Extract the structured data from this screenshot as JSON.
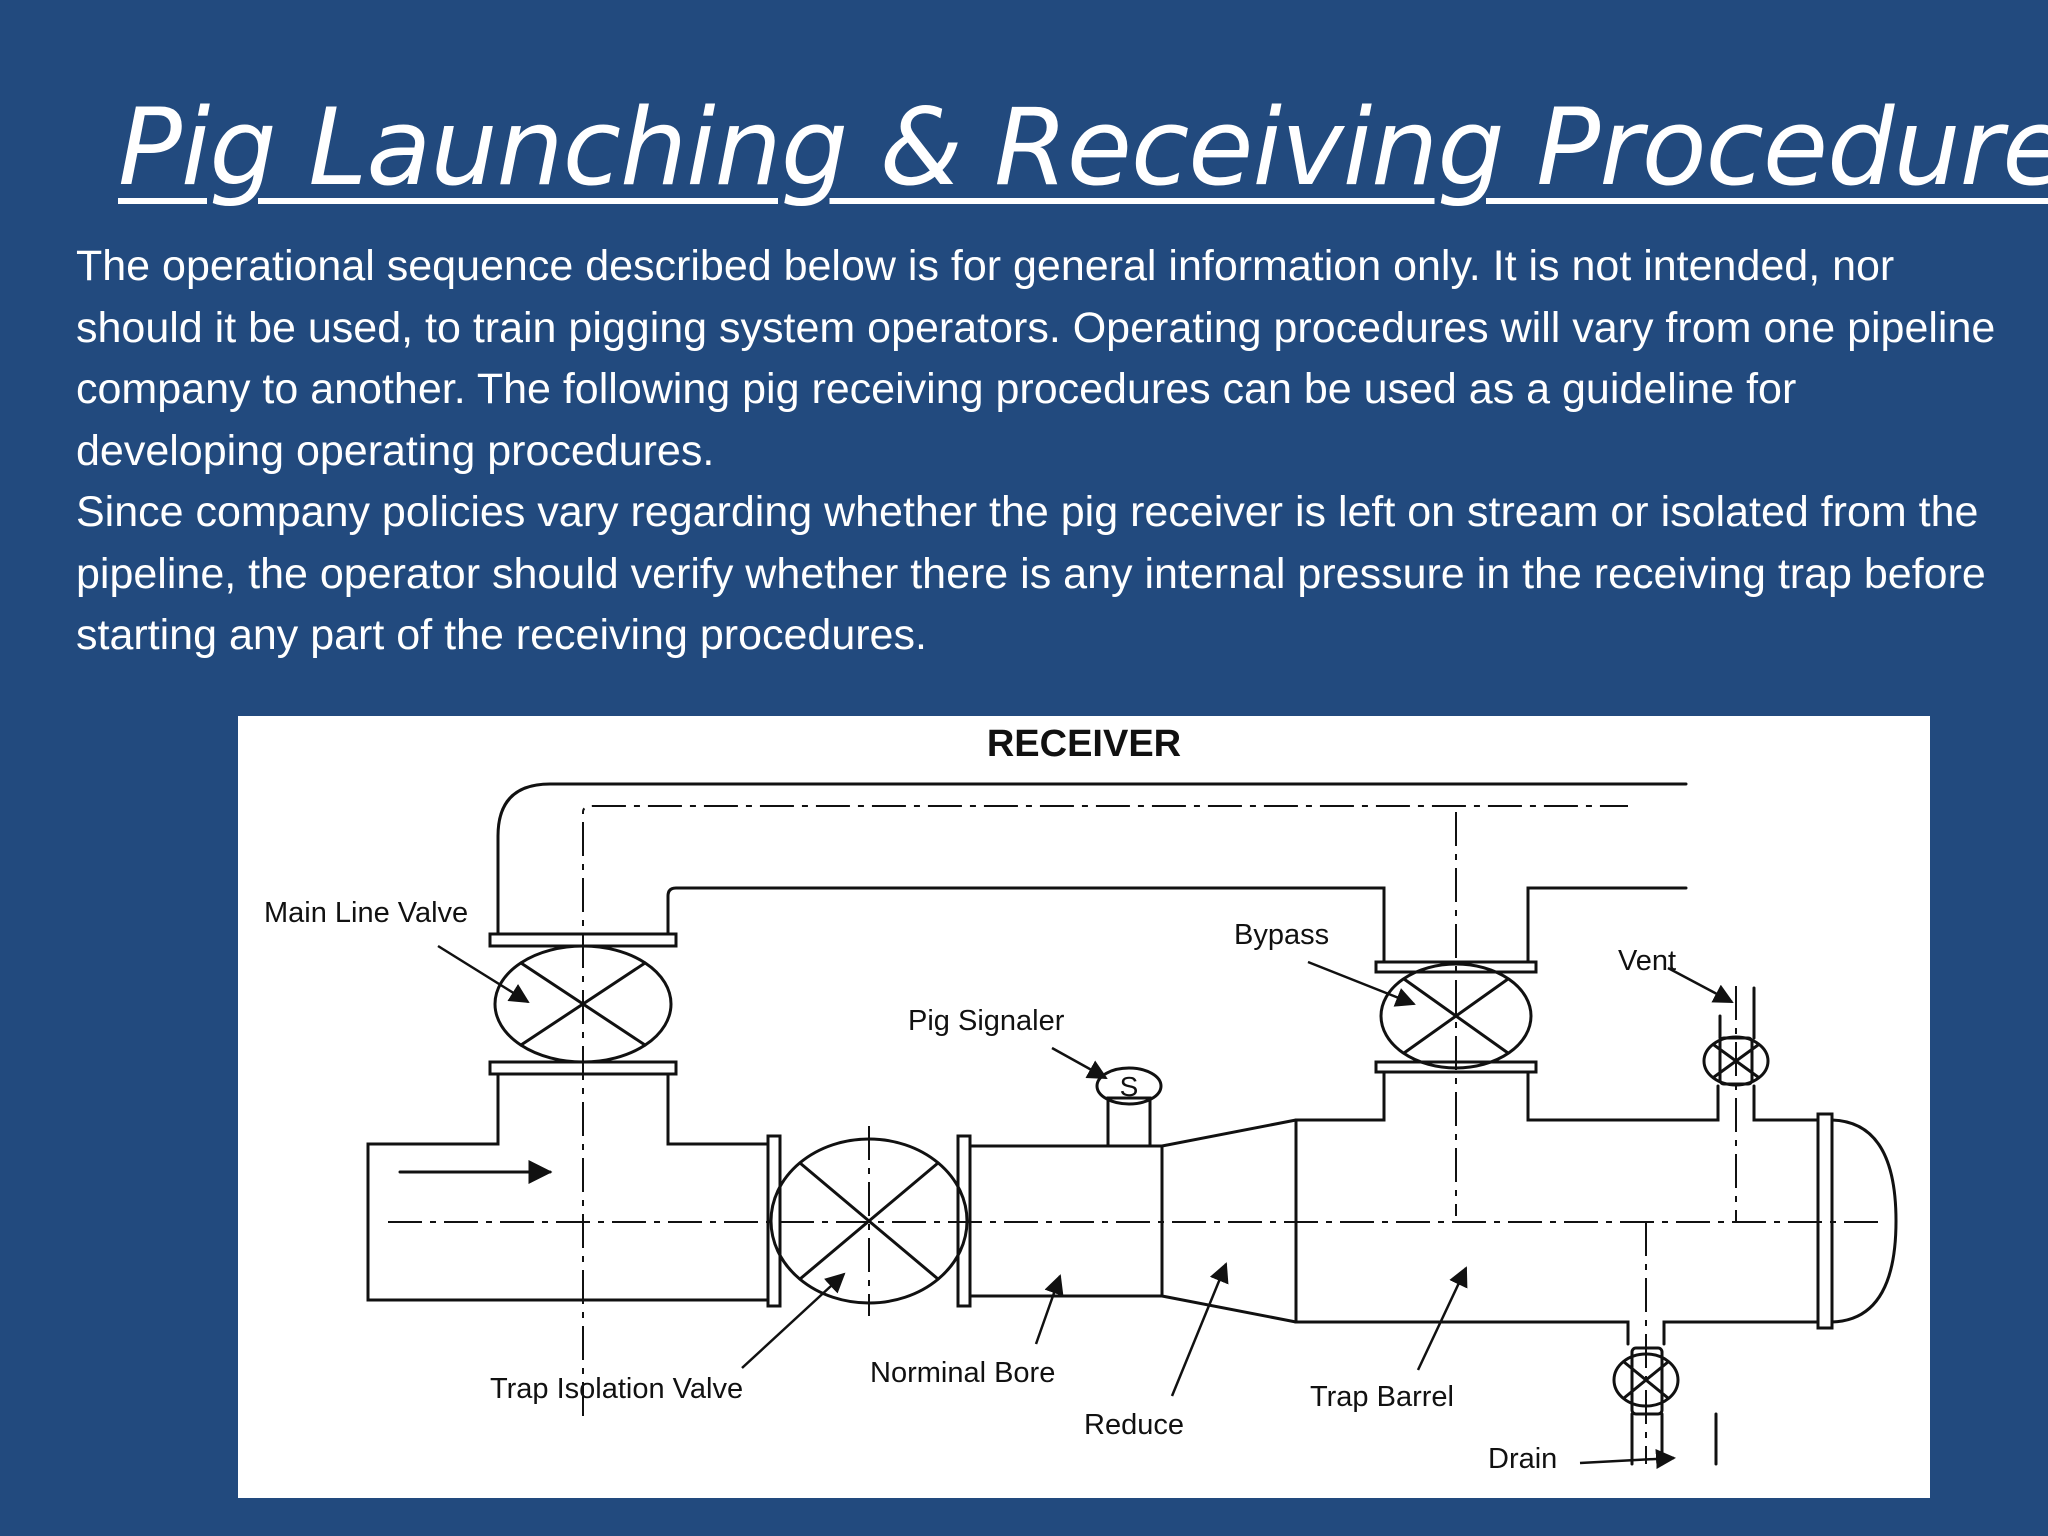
{
  "slide": {
    "title": "Pig Launching & Receiving Procedures",
    "paragraphs": [
      "The operational sequence described below is for general information only. It is not intended, nor should it be used, to train pigging system operators. Operating procedures will vary from one pipeline company to another. The following pig receiving procedures can be used as a guideline for developing operating procedures.",
      "Since company policies vary regarding whether the pig receiver is left on stream or isolated from the pipeline, the operator should verify whether there is any internal pressure in the receiving trap before starting any part of the receiving procedures."
    ]
  },
  "diagram": {
    "heading": "RECEIVER",
    "labels": {
      "main_line_valve": "Main Line Valve",
      "bypass": "Bypass",
      "vent": "Vent",
      "pig_signaler": "Pig Signaler",
      "signaler_symbol": "S",
      "trap_isolation_valve": "Trap Isolation Valve",
      "norminal_bore": "Norminal Bore",
      "reduce": "Reduce",
      "trap_barrel": "Trap Barrel",
      "drain": "Drain"
    }
  },
  "colors": {
    "background": "#224a7e",
    "text": "#ffffff",
    "diagram_bg": "#ffffff",
    "diagram_ink": "#111111"
  }
}
